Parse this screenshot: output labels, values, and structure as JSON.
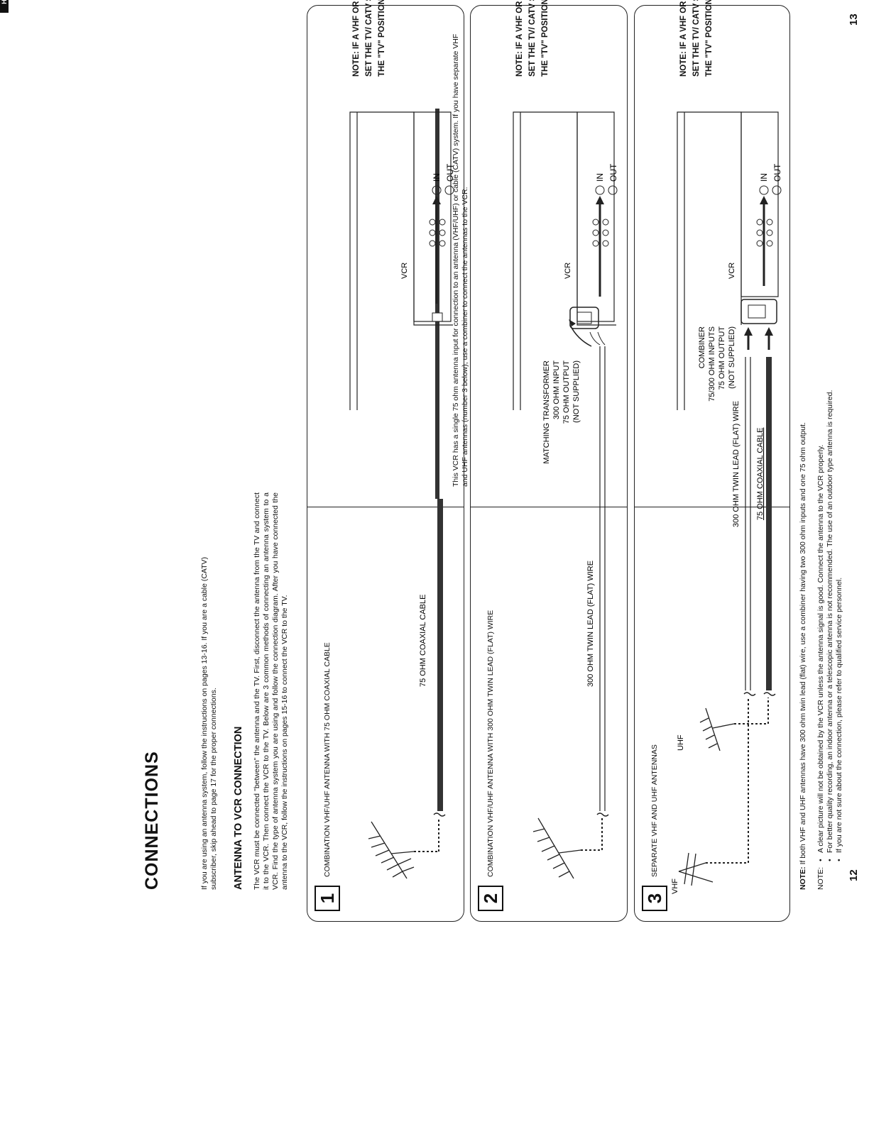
{
  "header": {
    "title": "CONNECTIONS",
    "badge": "HOOKUPS"
  },
  "intro": "If you are using an antenna system, follow the instructions on pages 13-16. If you are a cable (CATV) subscriber, skip ahead to page 17 for the proper connections.",
  "antenna_section": {
    "heading": "ANTENNA TO VCR CONNECTION",
    "paragraph": "The VCR must be connected \"between\" the antenna and the TV. First, disconnect the antenna from the TV and connect it to the VCR. Then connect the VCR to the TV. Below are 3 common methods of connecting an antenna system to a VCR. Find the type of antenna system you are using and follow the connection diagram. After you have connected the antenna to the VCR, follow the instructions on pages 15-16 to connect the VCR to the TV.",
    "right_paragraph": "This VCR has a single 75 ohm antenna input for connection to an antenna (VHF/UHF) or cable (CATV) system. If you have separate VHF and UHF antennas (number 3 below), use a combiner to connect the antennas to the VCR."
  },
  "panels": [
    {
      "number": "1",
      "title": "COMBINATION VHF/UHF ANTENNA WITH 75 OHM COAXIAL CABLE",
      "cable_label": "75 OHM COAXIAL CABLE",
      "vcr_label": "VCR",
      "in_label": "IN",
      "out_label": "OUT",
      "note": "NOTE: IF A VHF OR UHF ANTENNA IS USED, SET THE TV/ CATV SELECTOR SWITCH TO THE \"TV\" POSITION."
    },
    {
      "number": "2",
      "title": "COMBINATION VHF/UHF ANTENNA WITH 300 OHM TWIN LEAD (FLAT) WIRE",
      "cable_label": "300 OHM TWIN LEAD (FLAT) WIRE",
      "vcr_label": "VCR",
      "transformer_lines": [
        "MATCHING TRANSFORMER",
        "300 OHM INPUT",
        "75 OHM OUTPUT",
        "(NOT SUPPLIED)"
      ],
      "in_label": "IN",
      "out_label": "OUT",
      "note": "NOTE: IF A VHF OR UHF ANTENNA IS USED, SET THE TV/ CATV SELECTOR SWITCH TO THE \"TV\" POSITION."
    },
    {
      "number": "3",
      "title": "SEPARATE VHF AND UHF ANTENNAS",
      "vhf_label": "VHF",
      "uhf_label": "UHF",
      "cable_label_1": "300 OHM TWIN LEAD (FLAT) WIRE",
      "cable_label_2": "75 OHM COAXIAL CABLE",
      "vcr_label": "VCR",
      "combiner_lines": [
        "COMBINER",
        "75/300 OHM INPUTS",
        "75 OHM OUTPUT",
        "(NOT SUPPLIED)"
      ],
      "in_label": "IN",
      "out_label": "OUT",
      "note": "NOTE: IF A VHF OR UHF ANTENNA IS USED, SET THE TV/ CATV SELECTOR SWITCH TO THE \"TV\" POSITION."
    }
  ],
  "panel3_note": {
    "label": "NOTE:",
    "text": "If both VHF and UHF antennas have 300 ohm twin lead (flat) wire, use a combiner having two 300 ohm inputs and one 75 ohm output."
  },
  "notes": {
    "label": "NOTE:",
    "items": [
      "A clear picture will not be obtained by the VCR unless the antenna signal is good. Connect the antenna to the VCR properly.",
      "For better quality recording, an indoor antenna or a telescopic antenna is not recommended. The use of an outdoor type antenna is required.",
      "If you are not sure about the connection, please refer to qualified service personnel."
    ]
  },
  "page_number_left": "12",
  "page_number_right": "13"
}
